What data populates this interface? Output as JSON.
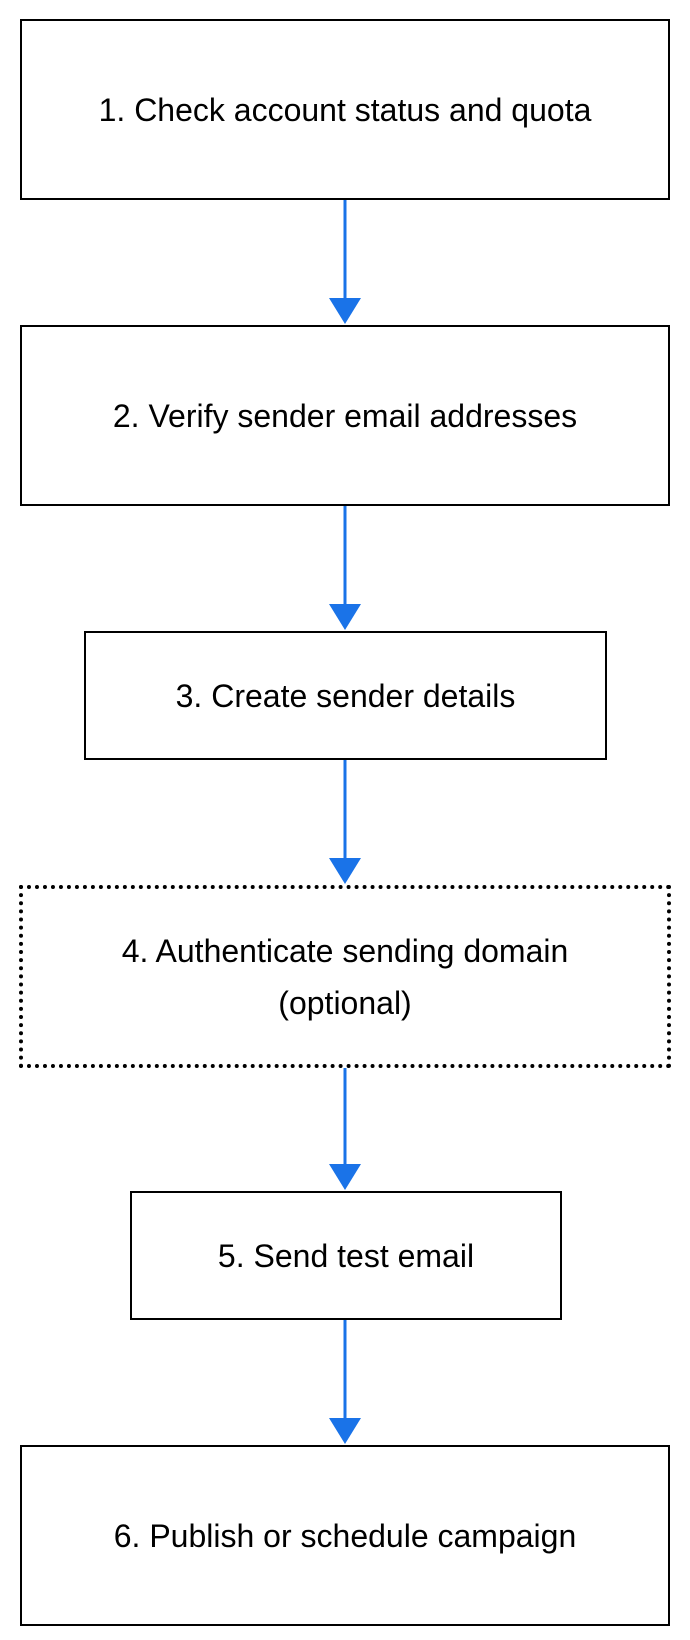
{
  "steps": [
    {
      "id": "s1",
      "label": "1. Check account status and quota",
      "style": "solid"
    },
    {
      "id": "s2",
      "label": "2. Verify sender email addresses",
      "style": "solid"
    },
    {
      "id": "s3",
      "label": "3. Create sender details",
      "style": "solid"
    },
    {
      "id": "s4",
      "label": "4. Authenticate sending domain (optional)",
      "style": "dotted"
    },
    {
      "id": "s5",
      "label": "5. Send test email",
      "style": "solid"
    },
    {
      "id": "s6",
      "label": "6. Publish or schedule campaign",
      "style": "solid"
    }
  ],
  "colors": {
    "connector": "#1a73e8",
    "border": "#000000",
    "background": "#ffffff"
  }
}
